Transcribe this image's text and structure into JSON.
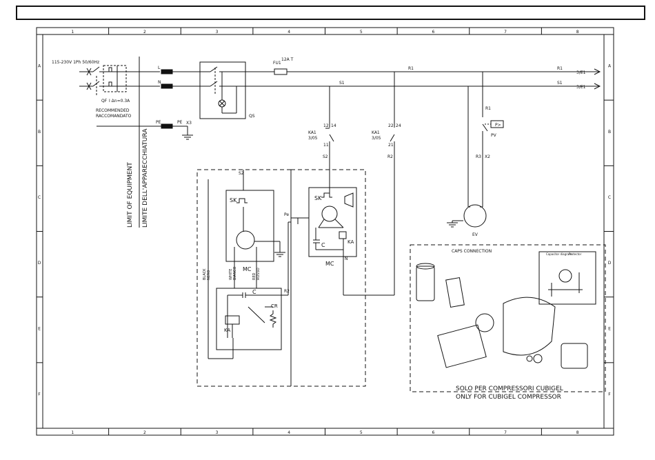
{
  "frame": {
    "columns": [
      "1",
      "2",
      "3",
      "4",
      "5",
      "6",
      "7",
      "8"
    ],
    "rows": [
      "A",
      "B",
      "C",
      "D",
      "E",
      "F"
    ]
  },
  "supply": {
    "spec": "115-230V 1Ph 50/60Hz",
    "breaker": "QF",
    "breaker_rating": "I Δn=0.3A",
    "recommended": "RECOMMENDED",
    "recommended_it": "RACCOMANDATO",
    "line": "L",
    "neutral": "N",
    "pe": "PE",
    "pe2": "PE",
    "ground_terminal": "X3"
  },
  "limit": {
    "en": "LIMIT OF EQUIPMENT",
    "it": "LIMITE DELL'APPARECCHIATURA"
  },
  "components": {
    "switch": "QS",
    "fuse": "FU1",
    "fuse_rating": "12A T",
    "contact_ka1_a": "KA1",
    "contact_ka1_a_ref": "3/05",
    "contact_ka1_b": "KA1",
    "contact_ka1_b_ref": "3/05",
    "pressure_switch": "PV",
    "pressure_symbol": "P>",
    "fan_motor": "EV",
    "terminal_x2": "X2"
  },
  "wires": {
    "r1": "R1",
    "r1_end": "R1",
    "r1_ref": "3/E1",
    "s1": "S1",
    "s1_end": "S1",
    "s1_ref": "3/E1",
    "s2": "S2",
    "s2_b": "S2",
    "r2": "R2",
    "r2_b": "R2",
    "r3": "R3",
    "r1_pv": "R1",
    "pe_wire": "Pe",
    "t12": "12",
    "t14": "14",
    "t11": "11",
    "t22": "22",
    "t24": "24",
    "t21": "21"
  },
  "compressor_left": {
    "label": "MC",
    "sk": "SK",
    "c": "C",
    "ka": "KA",
    "cr": "CR",
    "black": "BLACK",
    "black_it": "NERO",
    "white": "WHITE",
    "white_it": "BIANCO",
    "red": "RED",
    "red_it": "ROSSO"
  },
  "compressor_right": {
    "label": "MC",
    "sk": "SK",
    "c": "C",
    "ka": "KA",
    "n": "N"
  },
  "cubigel": {
    "title": "CAPS CONNECTION",
    "note_it": "SOLO PER COMPRESSORI CUBIGEL",
    "note_en": "ONLY FOR CUBIGEL COMPRESSOR",
    "inset_a": "Capacitor diagram",
    "inset_b": "Protector"
  }
}
